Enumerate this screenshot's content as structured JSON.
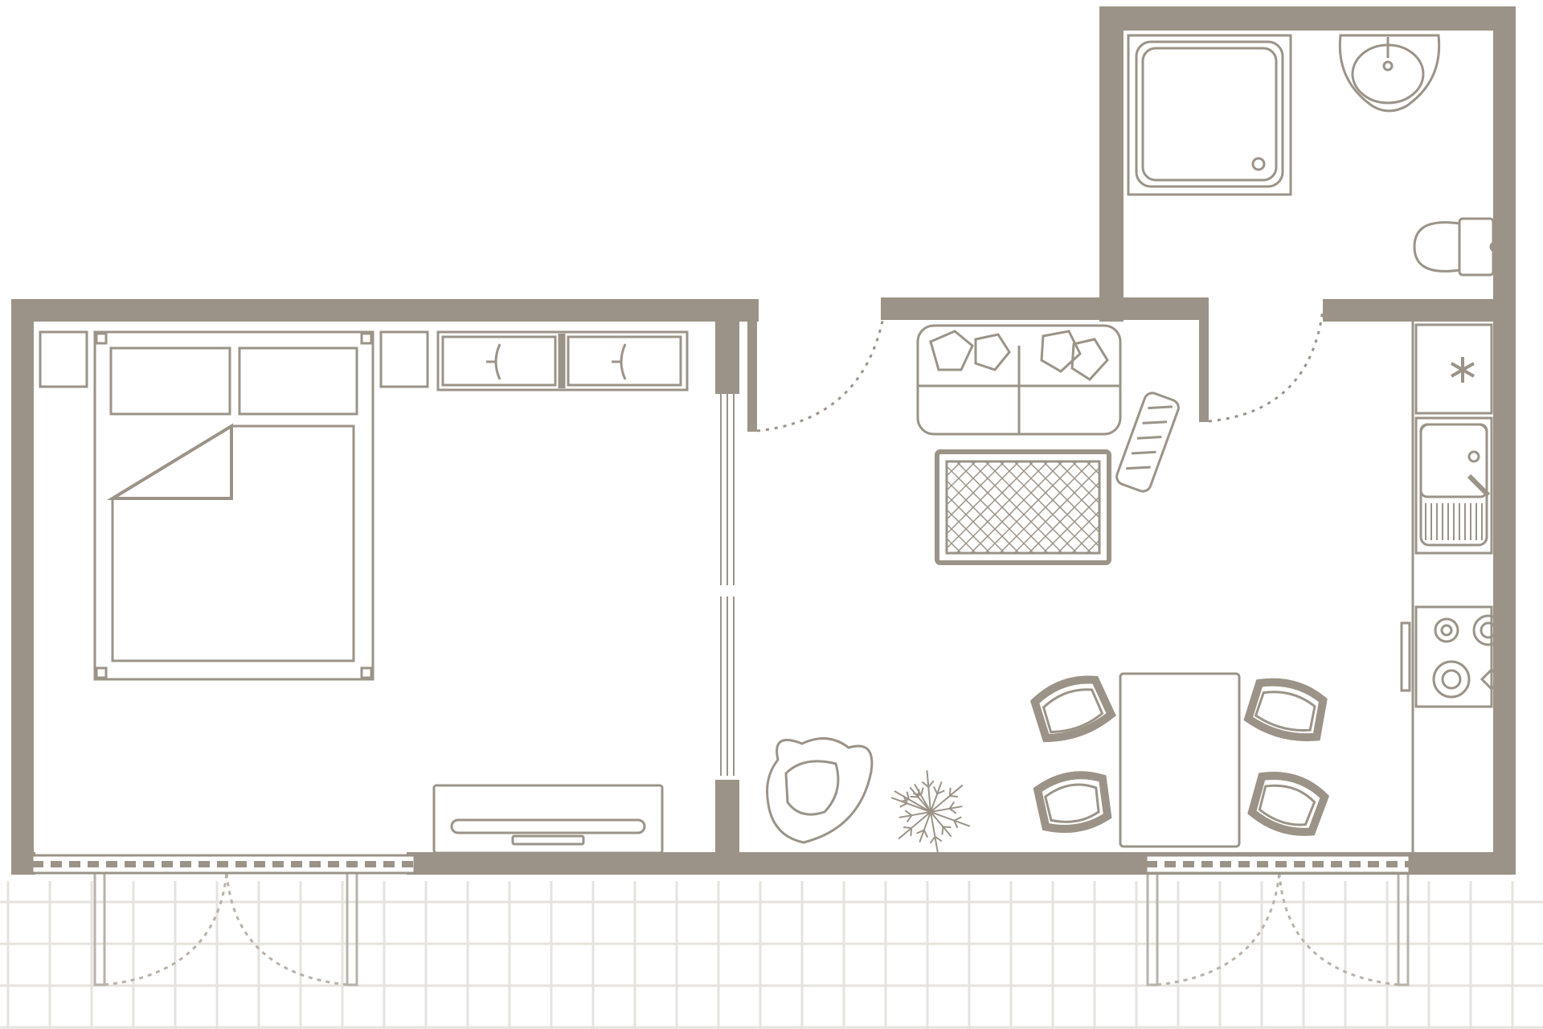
{
  "plan": {
    "wall_color": "#9b9387",
    "line_color": "#9b9387",
    "terrace_line_color": "#e6e3de",
    "background": "#ffffff",
    "rooms": [
      "bedroom",
      "living-kitchen",
      "bathroom",
      "terrace"
    ],
    "fixtures": {
      "bedroom": [
        "double-bed",
        "nightstand-left",
        "nightstand-right",
        "wardrobe",
        "tv-console"
      ],
      "living": [
        "sofa",
        "rug",
        "side-table",
        "armchair",
        "plant",
        "dining-table",
        "chair-ne",
        "chair-nw",
        "chair-se",
        "chair-sw"
      ],
      "kitchen": [
        "fridge",
        "sink",
        "stove"
      ],
      "bathroom": [
        "shower-tray",
        "washbasin",
        "toilet"
      ]
    },
    "icons": {
      "fridge": "asterisk-icon",
      "plant": "plant-icon",
      "stove": "burner-icon"
    }
  }
}
